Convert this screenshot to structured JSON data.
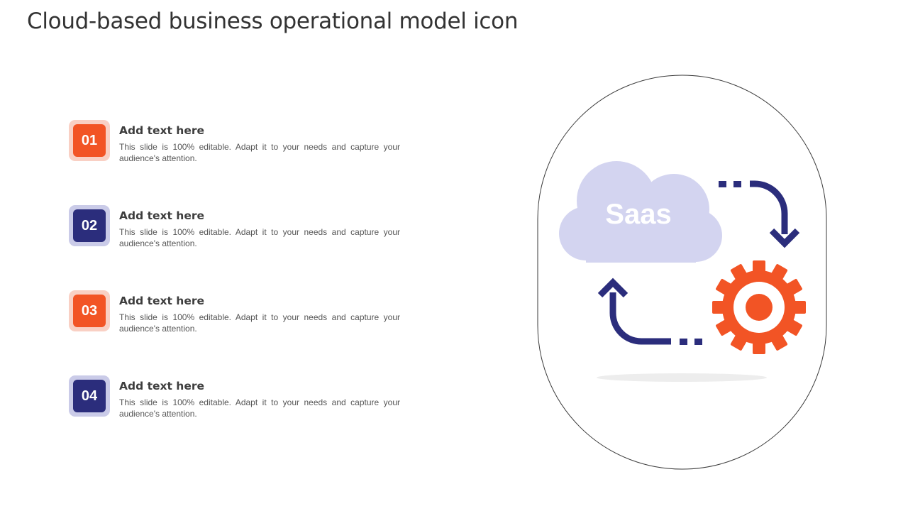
{
  "title": "Cloud-based business operational model icon",
  "colors": {
    "orange": "#F25425",
    "orange_light": "#F9D0C4",
    "navy": "#2B2D7C",
    "navy_light": "#CACBE8",
    "cloud": "#D3D4F0"
  },
  "items": [
    {
      "number": "01",
      "heading": "Add text here",
      "text": "This slide is 100% editable. Adapt it to your needs and capture your audience's attention.",
      "color": "orange"
    },
    {
      "number": "02",
      "heading": "Add text here",
      "text": "This slide is 100% editable. Adapt it to your needs and capture your audience's attention.",
      "color": "navy"
    },
    {
      "number": "03",
      "heading": "Add text here",
      "text": "This slide is 100% editable. Adapt it to your needs and capture your audience's attention.",
      "color": "orange"
    },
    {
      "number": "04",
      "heading": "Add text here",
      "text": "This slide is 100% editable. Adapt it to your needs and capture your audience's attention.",
      "color": "navy"
    }
  ],
  "illustration": {
    "cloud_label": "Saas",
    "icons": [
      "cloud-icon",
      "gear-icon",
      "curved-arrow-icon"
    ]
  }
}
